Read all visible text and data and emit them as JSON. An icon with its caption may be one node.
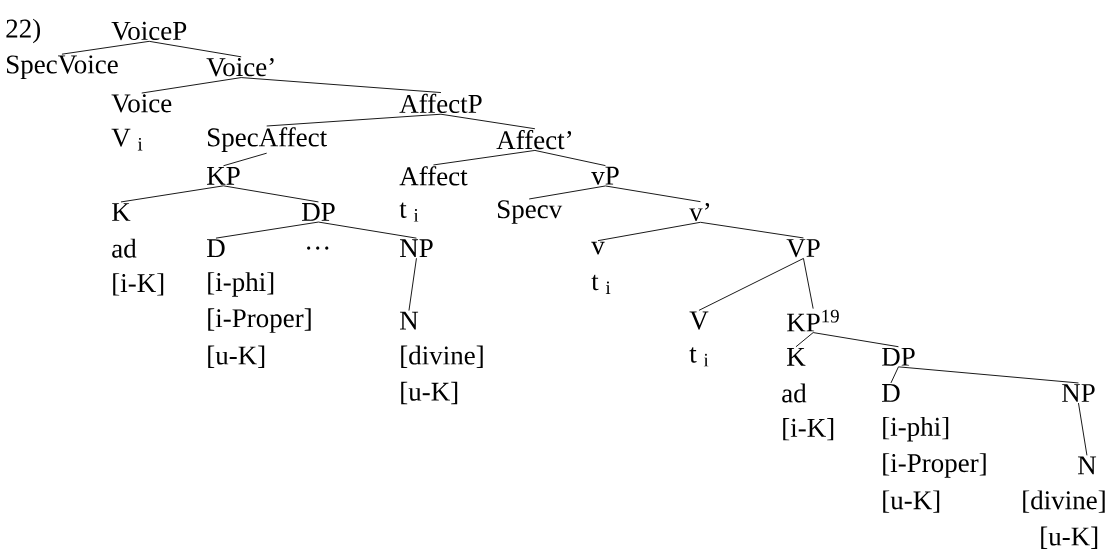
{
  "diagram": {
    "nodes": [
      {
        "text": [
          "VoiceP"
        ]
      },
      {
        "text": [
          "SpecVoice"
        ]
      },
      {
        "text": [
          "Voice’"
        ]
      },
      {
        "text": [
          "Voice"
        ],
        "beside": [
          "V $_{i}$"
        ]
      },
      {
        "text": [
          "AffectP"
        ]
      },
      {
        "text": [
          "SpecAffect"
        ]
      },
      {
        "text": [
          "Affect’"
        ]
      },
      {
        "text": [
          "KP"
        ]
      },
      {
        "text": [
          "Affect"
        ],
        "beside": [
          "t $_{i}$"
        ]
      },
      {
        "text": [
          "vP"
        ]
      },
      {
        "text": [
          "K"
        ],
        "beside": [
          "ad",
          "[i-K]"
        ]
      },
      {
        "text": [
          "DP"
        ]
      },
      {
        "text": [
          "Specv"
        ]
      },
      {
        "text": [
          "v’"
        ]
      },
      {
        "text": [
          "D"
        ],
        "beside": [
          "[i-phi]",
          "[i-Proper]",
          "[u-K]"
        ]
      },
      {
        "text": [
          "NP"
        ]
      },
      {
        "text": [
          "v"
        ],
        "beside": [
          "t $_{i}$"
        ]
      },
      {
        "text": [
          "VP"
        ]
      },
      {
        "text": [
          "N"
        ],
        "beside": [
          "[divine]",
          "[u-K]"
        ]
      },
      {
        "text": [
          "V"
        ],
        "beside": [
          "t $_{i}$"
        ]
      },
      {
        "text": [
          "KP$^{19}$"
        ]
      },
      {
        "text": [
          "K"
        ],
        "beside": [
          "ad",
          "[i-K]"
        ]
      },
      {
        "text": [
          "DP"
        ]
      },
      {
        "text": [
          "D"
        ],
        "beside": [
          "[i-phi]",
          "[i-Proper]",
          "[u-K]"
        ]
      },
      {
        "text": [
          "NP"
        ]
      },
      {
        "text": [
          "N"
        ],
        "beside": [
          "[divine]",
          "[u-K]"
        ]
      }
    ],
    "edges": [
      {
        "from": 0,
        "to": 1,
        "arrow": "none"
      },
      {
        "from": 0,
        "to": 2,
        "arrow": "none"
      },
      {
        "from": 2,
        "to": 3,
        "arrow": "none"
      },
      {
        "from": 2,
        "to": 4,
        "arrow": "none"
      },
      {
        "from": 4,
        "to": 5,
        "arrow": "none"
      },
      {
        "from": 4,
        "to": 6,
        "arrow": "none"
      },
      {
        "from": 5,
        "to": 7,
        "arrow": "none"
      },
      {
        "from": 6,
        "to": 8,
        "arrow": "none"
      },
      {
        "from": 6,
        "to": 9,
        "arrow": "none"
      },
      {
        "from": 7,
        "to": 10,
        "arrow": "none"
      },
      {
        "from": 7,
        "to": 11,
        "arrow": "none"
      },
      {
        "from": 9,
        "to": 12,
        "arrow": "none"
      },
      {
        "from": 9,
        "to": 13,
        "arrow": "none"
      },
      {
        "from": 11,
        "to": 14,
        "arrow": "none"
      },
      {
        "from": 11,
        "to": 15,
        "arrow": "none"
      },
      {
        "from": 13,
        "to": 16,
        "arrow": "none"
      },
      {
        "from": 13,
        "to": 17,
        "arrow": "none"
      },
      {
        "from": 15,
        "to": 18,
        "arrow": "none"
      },
      {
        "from": 17,
        "to": 19,
        "arrow": "none"
      },
      {
        "from": 17,
        "to": 20,
        "arrow": "none"
      },
      {
        "from": 20,
        "to": 21,
        "arrow": "none"
      },
      {
        "from": 20,
        "to": 22,
        "arrow": "none"
      },
      {
        "from": 22,
        "to": 23,
        "arrow": "none"
      },
      {
        "from": 22,
        "to": 24,
        "arrow": "none"
      },
      {
        "from": 24,
        "to": 25,
        "arrow": "none"
      }
    ],
    "labels": [
      "22)",
      "…"
    ]
  }
}
